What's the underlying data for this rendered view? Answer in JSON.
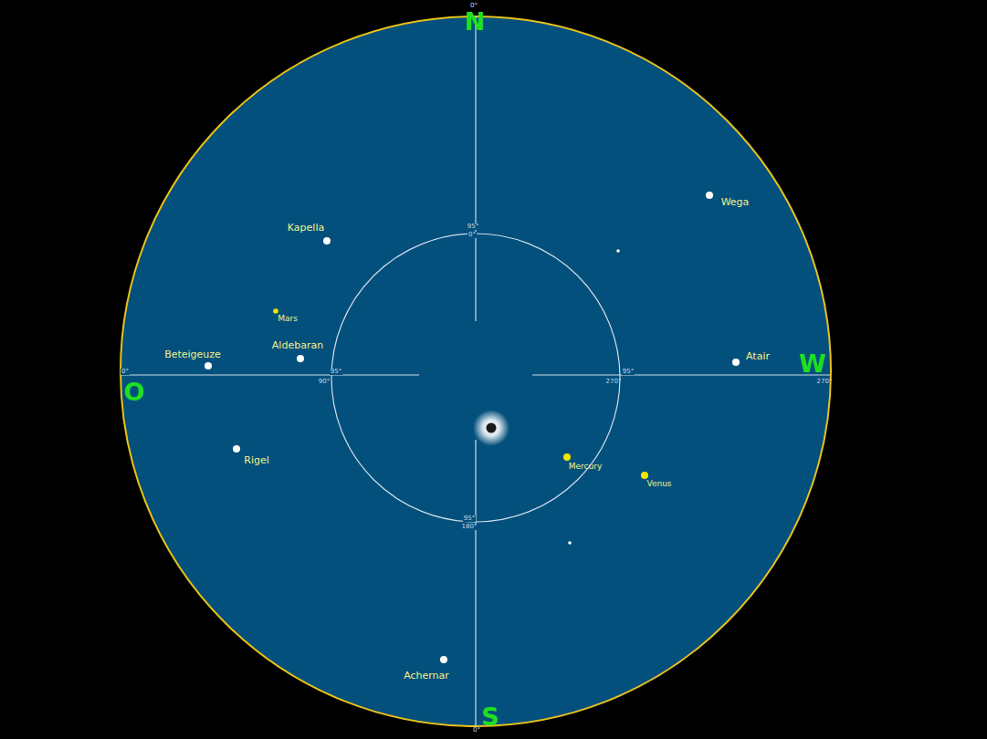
{
  "diagram": {
    "labels": [
      "0°",
      "N",
      "Wega",
      "Kapella",
      "95°",
      "0°",
      "Mars",
      "Beteigeuze",
      "Aldebaran",
      "Atair",
      "W",
      "0°",
      "95°",
      "90°",
      "95°",
      "270°",
      "270°",
      "O",
      "Rigel",
      "Mercury",
      "Venus",
      "95°",
      "180°",
      "Achernar",
      "S",
      "0°"
    ]
  }
}
